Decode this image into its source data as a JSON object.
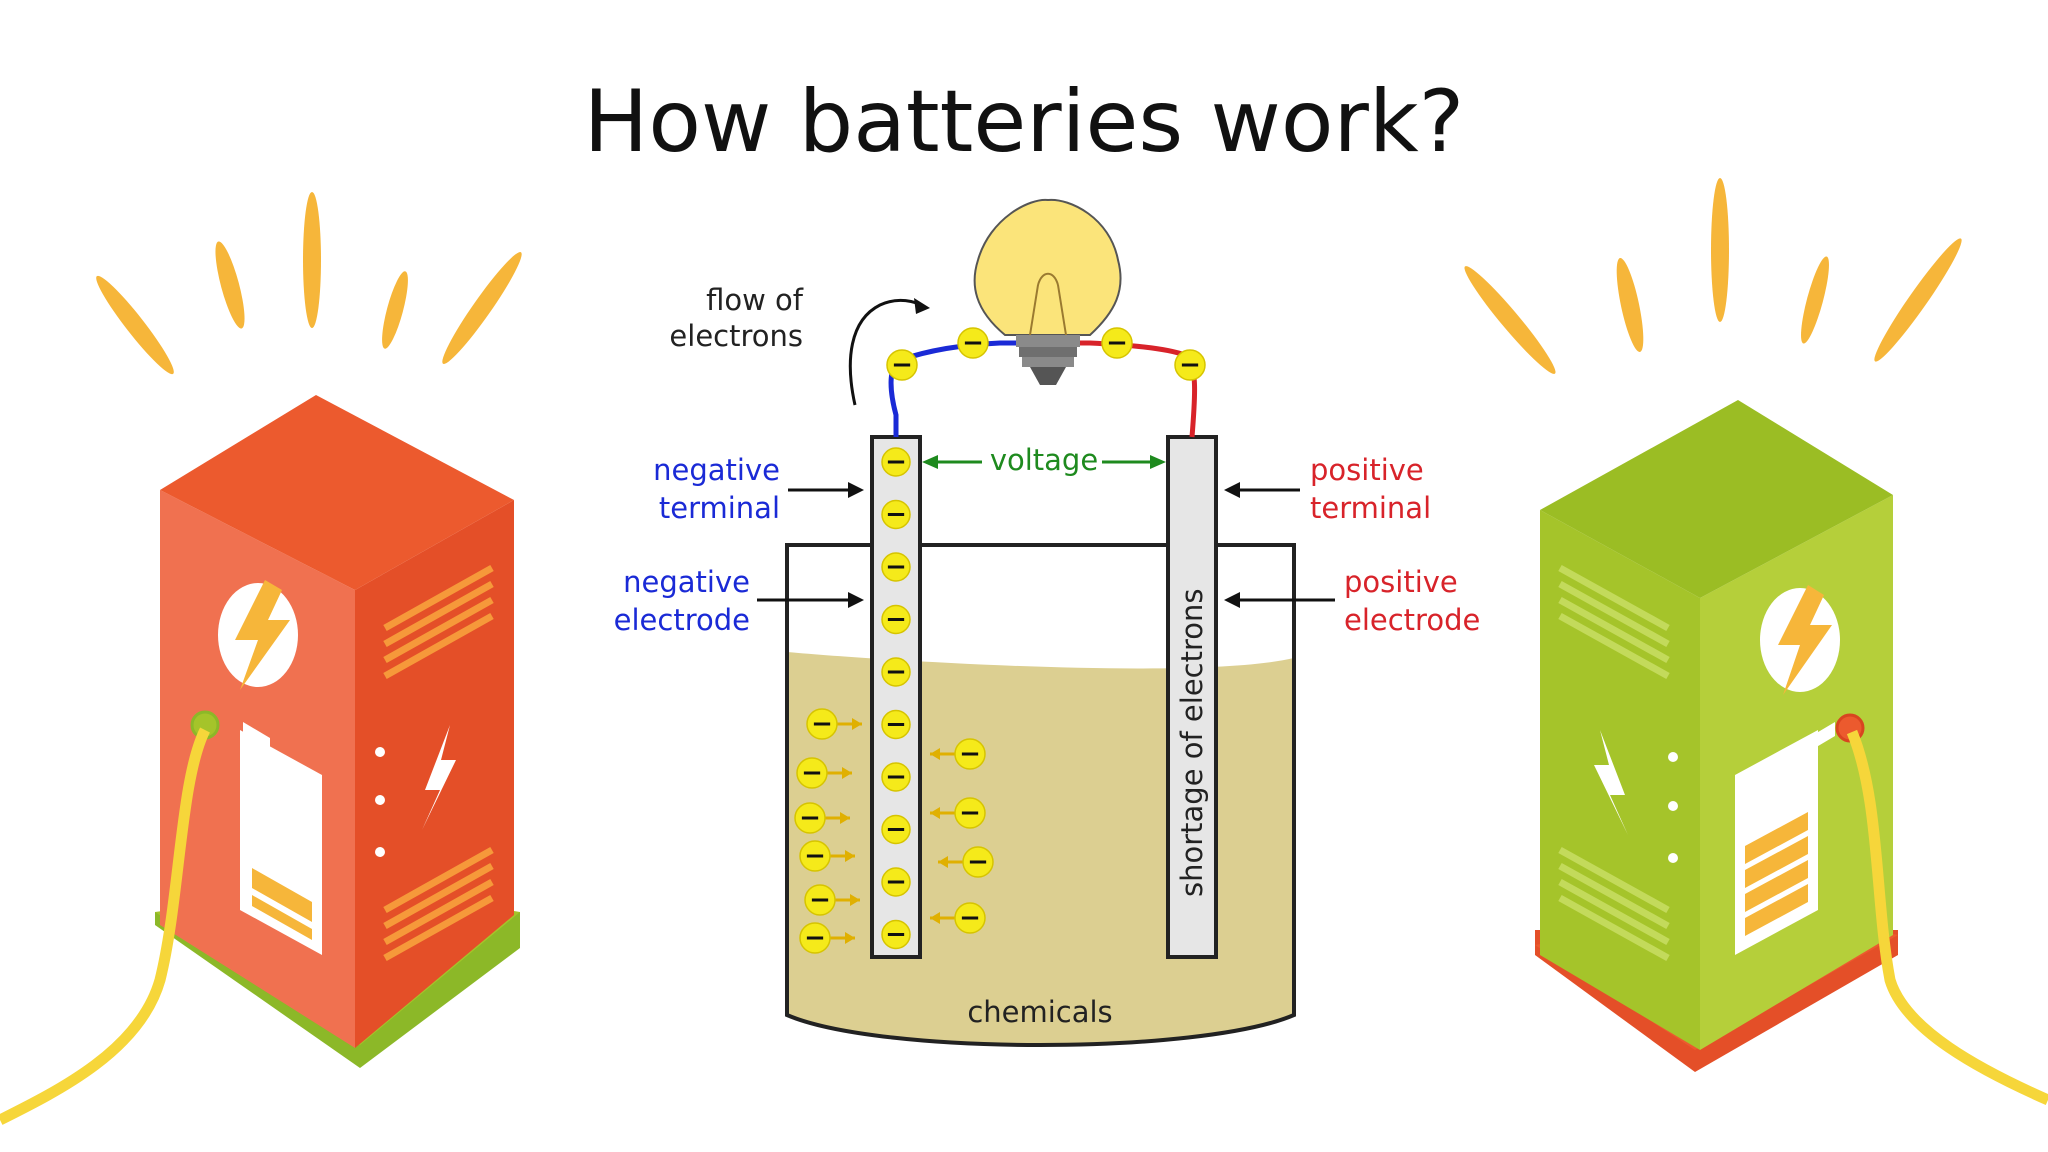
{
  "title": "How batteries work?",
  "diagram": {
    "labels": {
      "flow_of": "flow of",
      "electrons": "electrons",
      "voltage": "voltage",
      "negative_terminal_1": "negative",
      "negative_terminal_2": "terminal",
      "negative_electrode_1": "negative",
      "negative_electrode_2": "electrode",
      "positive_terminal_1": "positive",
      "positive_terminal_2": "terminal",
      "positive_electrode_1": "positive",
      "positive_electrode_2": "electrode",
      "shortage": "shortage of electrons",
      "chemicals": "chemicals"
    },
    "electron_symbol": "−",
    "colors": {
      "negative": "#1a2ad6",
      "positive": "#d8232a",
      "voltage": "#1e8a1e",
      "electrolyte": "#dccf91",
      "electron": "#f5ea1a"
    }
  },
  "decor": {
    "left_station_color": "#ec5a2e",
    "right_station_color": "#a5c42a",
    "ray_color": "#f6b63a"
  }
}
